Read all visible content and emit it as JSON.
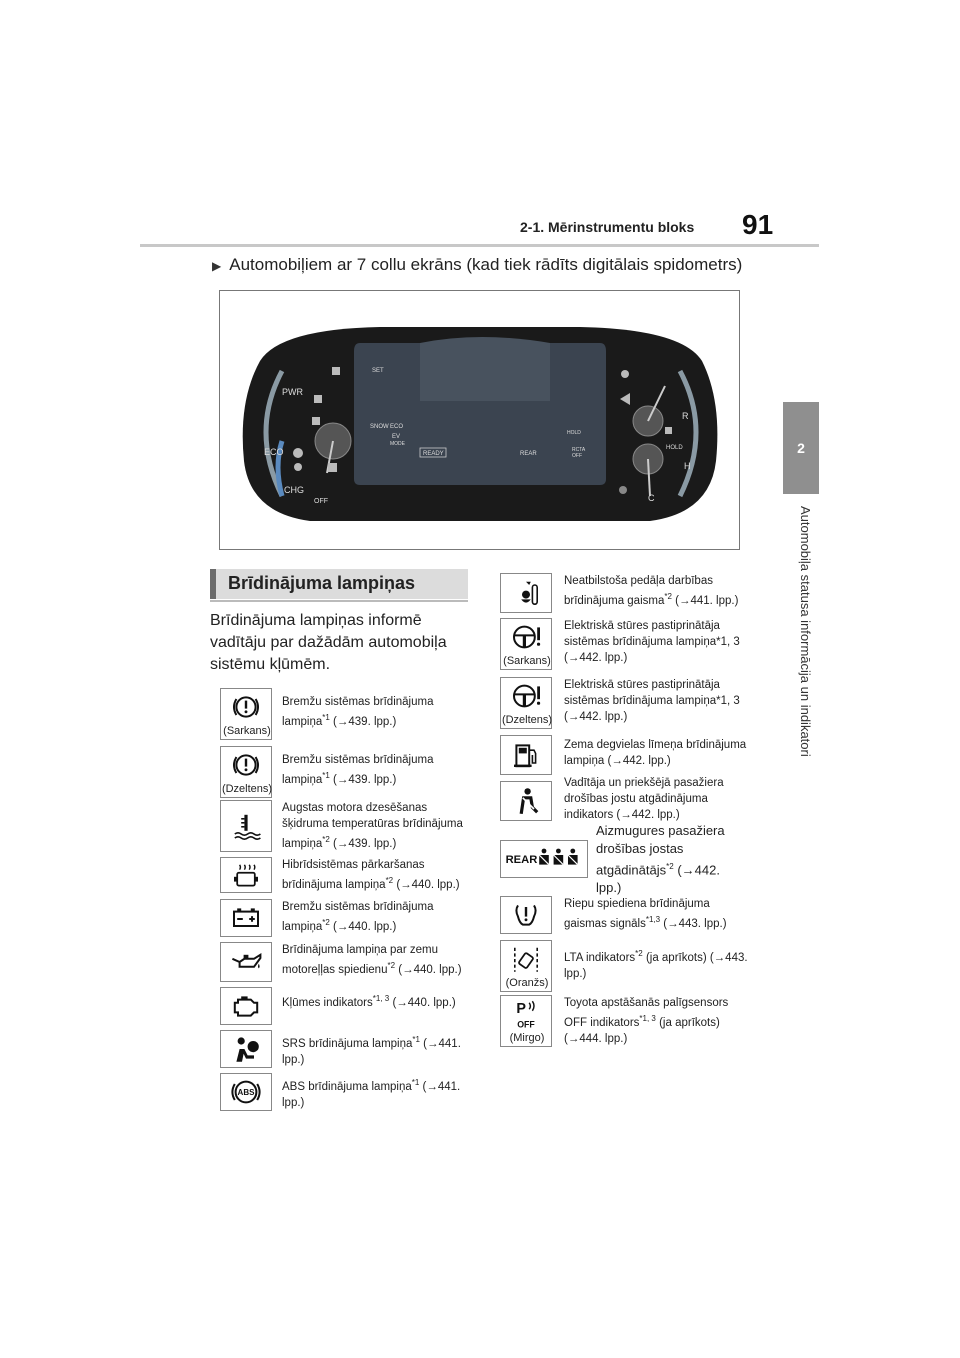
{
  "header": {
    "section_title": "2-1. Mērinstrumentu bloks",
    "page_number": "91"
  },
  "chapter": {
    "number": "2",
    "side_text": "Automobiļa statusa informācija un indikatori"
  },
  "intro": "Automobiļiem ar 7 collu ekrāns (kad tiek rādīts digitālais spidometrs)",
  "section": {
    "title": "Brīdinājuma lampiņas"
  },
  "paragraph": "Brīdinājuma lampiņas informē vadītāju par dažādām automobiļa sistēmu kļūmēm.",
  "cluster": {
    "left_gauge": [
      "PWR",
      "ECO",
      "CHG",
      "OFF"
    ],
    "right_gauge": [
      "R",
      "H",
      "C",
      "HOLD"
    ],
    "center": {
      "set": "SET",
      "snow": "SNOW",
      "eco": "ECO",
      "ev": "EV",
      "mode": "MODE",
      "ready": "READY",
      "rear": "REAR",
      "hold": "HOLD",
      "rcta": "RCTA",
      "off": "OFF"
    },
    "colors": {
      "panel": "#1a1a1a",
      "screen": "#3b4450"
    }
  },
  "left_items": [
    {
      "icon": "brake-warning-icon",
      "caption": "(Sarkans)",
      "text": "Bremžu sistēmas brīdinājuma lampiņa",
      "sup": "*1",
      "ref": "(→439. lpp.)"
    },
    {
      "icon": "brake-warning-icon",
      "caption": "(Dzeltens)",
      "text": "Bremžu sistēmas brīdinājuma lampiņa",
      "sup": "*1",
      "ref": "(→439. lpp.)"
    },
    {
      "icon": "coolant-temperature-icon",
      "caption": "",
      "text": "Augstas motora dzesēšanas šķidruma temperatūras brīdinājuma lampiņa",
      "sup": "*2",
      "ref": "(→439. lpp.)"
    },
    {
      "icon": "hybrid-overheat-icon",
      "caption": "",
      "text": "Hibrīdsistēmas pārkaršanas brīdinājuma lampiņa",
      "sup": "*2",
      "ref": "(→440. lpp.)"
    },
    {
      "icon": "battery-icon",
      "caption": "",
      "text": "Bremžu sistēmas brīdinājuma lampiņa",
      "sup": "*2",
      "ref": "(→440. lpp.)"
    },
    {
      "icon": "oil-pressure-icon",
      "caption": "",
      "text": "Brīdinājuma lampiņa par zemu motoreļļas spiedienu",
      "sup": "*2",
      "ref": "(→440. lpp.)"
    },
    {
      "icon": "check-engine-icon",
      "caption": "",
      "text": "Kļūmes indikators",
      "sup": "*1, 3",
      "ref": "(→440. lpp.)"
    },
    {
      "icon": "srs-airbag-icon",
      "caption": "",
      "text": "SRS brīdinājuma lampiņa",
      "sup": "*1",
      "ref": "(→441. lpp.)"
    },
    {
      "icon": "abs-icon",
      "caption": "",
      "text": "ABS brīdinājuma lampiņa",
      "sup": "*1",
      "ref": "(→441. lpp.)"
    }
  ],
  "right_items": [
    {
      "icon": "pedal-misoperation-icon",
      "caption": "",
      "text": "Neatbilstoša pedāļa darbības brīdinājuma gaisma",
      "sup": "*2",
      "ref": "(→441. lpp.)"
    },
    {
      "icon": "power-steering-icon",
      "caption": "(Sarkans)",
      "text": "Elektriskā stūres pastiprinātāja sistēmas brīdinājuma lampiņa*1, 3",
      "sup": "",
      "ref": "(→442. lpp.)"
    },
    {
      "icon": "power-steering-icon",
      "caption": "(Dzeltens)",
      "text": "Elektriskā stūres pastiprinātāja sistēmas brīdinājuma lampiņa*1, 3",
      "sup": "",
      "ref": "(→442. lpp.)"
    },
    {
      "icon": "low-fuel-icon",
      "caption": "",
      "text": "Zema degvielas līmeņa brīdinājuma lampiņa",
      "sup": "",
      "ref": "(→442. lpp.)"
    },
    {
      "icon": "seatbelt-reminder-icon",
      "caption": "",
      "text": "Vadītāja un priekšējā pasažiera drošības jostu atgādinājuma indikators",
      "sup": "",
      "ref": "(→442. lpp.)"
    },
    {
      "icon": "rear-seatbelt-icon",
      "caption": "",
      "text": "Aizmugures pasažiera drošības jostas atgādinātājs",
      "sup": "*2",
      "ref": "(→442. lpp.)",
      "icon_label": "REAR"
    },
    {
      "icon": "tire-pressure-icon",
      "caption": "",
      "text": "Riepu spiediena brīdinājuma gaismas signāls",
      "sup": "*1,3",
      "ref": "(→443. lpp.)"
    },
    {
      "icon": "lta-icon",
      "caption": "(Oranžs)",
      "text": "LTA indikators",
      "sup": "*2",
      "ref": "(ja aprīkots) (→443. lpp.)"
    },
    {
      "icon": "parking-sensor-off-icon",
      "caption": "(Mirgo)",
      "text": "Toyota apstāšanās palīgsensors OFF indikators",
      "sup": "*1, 3",
      "ref": "(ja aprīkots) (→444. lpp.)",
      "icon_label": "OFF"
    }
  ]
}
